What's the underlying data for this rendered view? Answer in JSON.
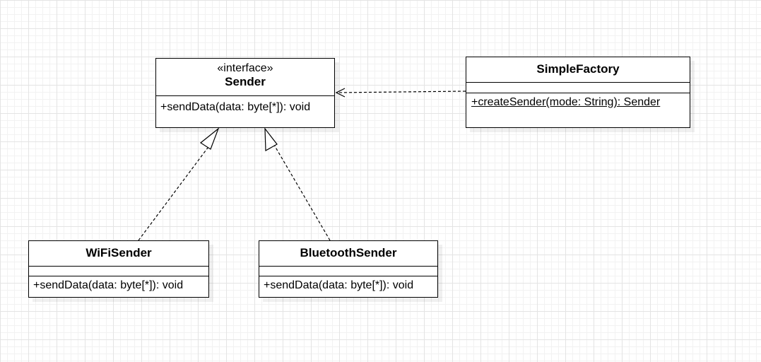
{
  "diagram": {
    "classes": [
      {
        "id": "sender",
        "stereotype": "«interface»",
        "name": "Sender",
        "operations": [
          "+sendData(data: byte[*]): void"
        ]
      },
      {
        "id": "simple_factory",
        "name": "SimpleFactory",
        "operations": [
          "+createSender(mode: String): Sender"
        ],
        "static_operations": true
      },
      {
        "id": "wifi_sender",
        "name": "WiFiSender",
        "operations": [
          "+sendData(data: byte[*]): void"
        ]
      },
      {
        "id": "bluetooth_sender",
        "name": "BluetoothSender",
        "operations": [
          "+sendData(data: byte[*]): void"
        ]
      }
    ],
    "relations": [
      {
        "type": "dependency",
        "from": "SimpleFactory",
        "to": "Sender",
        "style": "dashed",
        "arrow": "open"
      },
      {
        "type": "realization",
        "from": "WiFiSender",
        "to": "Sender",
        "style": "dashed",
        "arrow": "hollow-triangle"
      },
      {
        "type": "realization",
        "from": "BluetoothSender",
        "to": "Sender",
        "style": "dashed",
        "arrow": "hollow-triangle"
      }
    ],
    "colors": {
      "line": "#000000",
      "box_fill": "#ffffff",
      "grid": "#e4e4e4"
    }
  }
}
